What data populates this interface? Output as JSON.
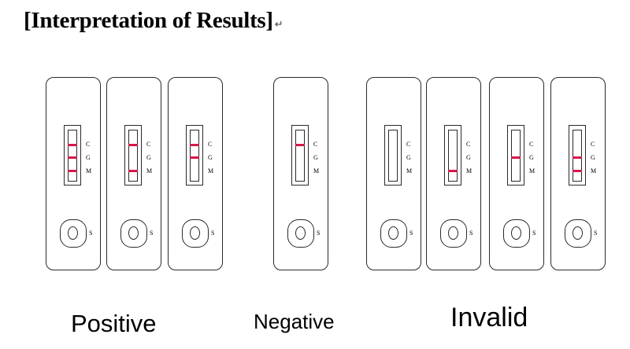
{
  "heading": "[Interpretation of Results]",
  "heading_mark": "↵",
  "zone_labels": {
    "control": "C",
    "igg": "G",
    "igm": "M",
    "sample": "S"
  },
  "line_color": "#d21a4a",
  "groups": [
    {
      "label": "Positive",
      "cassettes": [
        {
          "lines": [
            "C",
            "G",
            "M"
          ]
        },
        {
          "lines": [
            "C",
            "M"
          ]
        },
        {
          "lines": [
            "C",
            "G"
          ]
        }
      ]
    },
    {
      "label": "Negative",
      "cassettes": [
        {
          "lines": [
            "C"
          ]
        }
      ]
    },
    {
      "label": "Invalid",
      "cassettes": [
        {
          "lines": []
        },
        {
          "lines": [
            "M"
          ]
        },
        {
          "lines": [
            "G"
          ]
        },
        {
          "lines": [
            "G",
            "M"
          ]
        }
      ]
    }
  ]
}
